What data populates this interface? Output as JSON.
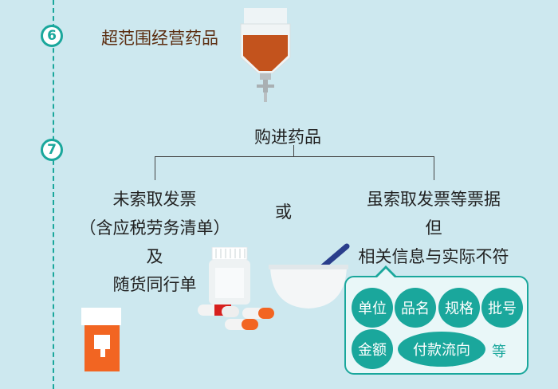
{
  "steps": [
    {
      "number": "6",
      "title": "超范围经营药品"
    },
    {
      "number": "7",
      "title": "购进药品"
    }
  ],
  "branches": {
    "left_line1": "未索取发票",
    "left_line2": "（含应税劳务清单）",
    "left_line3": "及",
    "left_line4": "随货同行单",
    "connector": "或",
    "right_line1": "虽索取发票等票据",
    "right_line2": "但",
    "right_line3": "相关信息与实际不符"
  },
  "info_items": [
    "单位",
    "品名",
    "规格",
    "批号",
    "金额",
    "付款流向"
  ],
  "info_suffix": "等",
  "colors": {
    "teal": "#1aa79c",
    "background": "#cde8ef",
    "orange": "#f26522",
    "red": "#d7201e"
  },
  "icons": [
    "iv-bag-icon",
    "pill-bottle-icon",
    "capsule-icon",
    "mortar-pestle-icon",
    "medicine-box-icon"
  ]
}
